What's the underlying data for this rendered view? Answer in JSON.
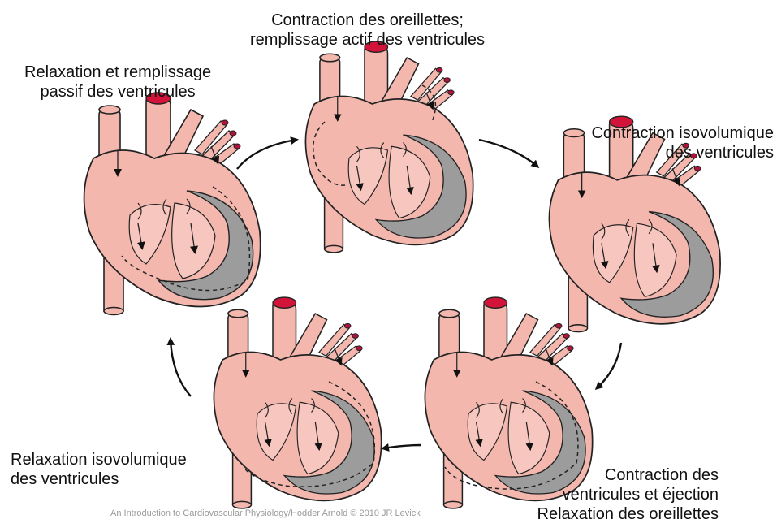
{
  "stages": [
    {
      "id": "s1",
      "lines": [
        "Relaxation et remplissage",
        "passif des ventricules"
      ]
    },
    {
      "id": "s2",
      "lines": [
        "Contraction des oreillettes;",
        "remplissage actif des ventricules"
      ]
    },
    {
      "id": "s3",
      "lines": [
        "Contraction isovolumique",
        "des ventricules"
      ]
    },
    {
      "id": "s4",
      "lines": [
        "Contraction des",
        "ventricules et éjection",
        "Relaxation des oreillettes"
      ]
    },
    {
      "id": "s5",
      "lines": [
        "Relaxation isovolumique",
        "des ventricules"
      ]
    }
  ],
  "credit": "An Introduction to Cardiovascular Physiology/Hodder Arnold © 2010 JR Levick",
  "colors": {
    "tissue": "#f3b7ae",
    "septum": "#9c9c9c",
    "outline": "#222222",
    "valve_red": "#d2143a",
    "vein_tips": "#b0123c"
  }
}
